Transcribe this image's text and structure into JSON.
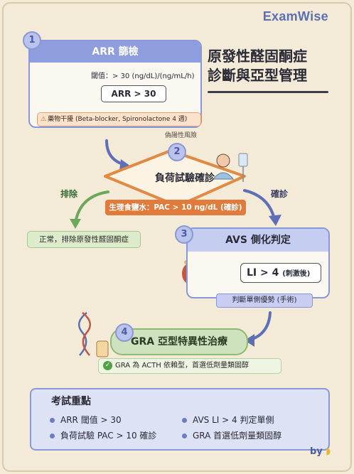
{
  "brand": "ExamWise",
  "title": [
    "原發性醛固酮症",
    "診斷與亞型管理"
  ],
  "step1": {
    "number": "1",
    "header": "ARR 篩檢",
    "threshold": "閾值：> 30 (ng/dL)/(ng/mL/h)",
    "result": "ARR > 30",
    "warning": "藥物干擾 (Beta-blocker, Spironolactone 4 週)",
    "false_positive_note": "偽陽性風險"
  },
  "step2": {
    "number": "2",
    "title": "負荷試驗確診",
    "criterion": "生理食鹽水：PAC > 10 ng/dL (確診)"
  },
  "branches": {
    "exclude_label": "排除",
    "exclude_result": "正常，排除原發性醛固酮症",
    "confirm_label": "確診"
  },
  "step3": {
    "number": "3",
    "header": "AVS 側化判定",
    "result_main": "LI > 4",
    "result_sub": "(刺激後)",
    "judgement": "判斷單側優勢 (手術)"
  },
  "step4": {
    "number": "4",
    "title": "GRA 亞型特異性治療",
    "note": "GRA 為 ACTH 依賴型，首選低劑量類固醇"
  },
  "exam_points": {
    "title": "考試重點",
    "items": [
      "ARR 閾值 > 30",
      "AVS LI > 4 判定單側",
      "負荷試驗 PAC > 10 確診",
      "GRA 首選低劑量類固醇"
    ]
  },
  "byline": "by",
  "colors": {
    "accent_blue": "#8f9cdd",
    "orange": "#e07b3b",
    "green": "#8dba73",
    "background": "#f3ead8"
  },
  "icons": [
    "blood-drop-kidney-icon",
    "warning-icon",
    "patient-iv-icon",
    "adrenal-kidney-icon",
    "dna-pill-icon",
    "check-icon",
    "banana-icon"
  ]
}
